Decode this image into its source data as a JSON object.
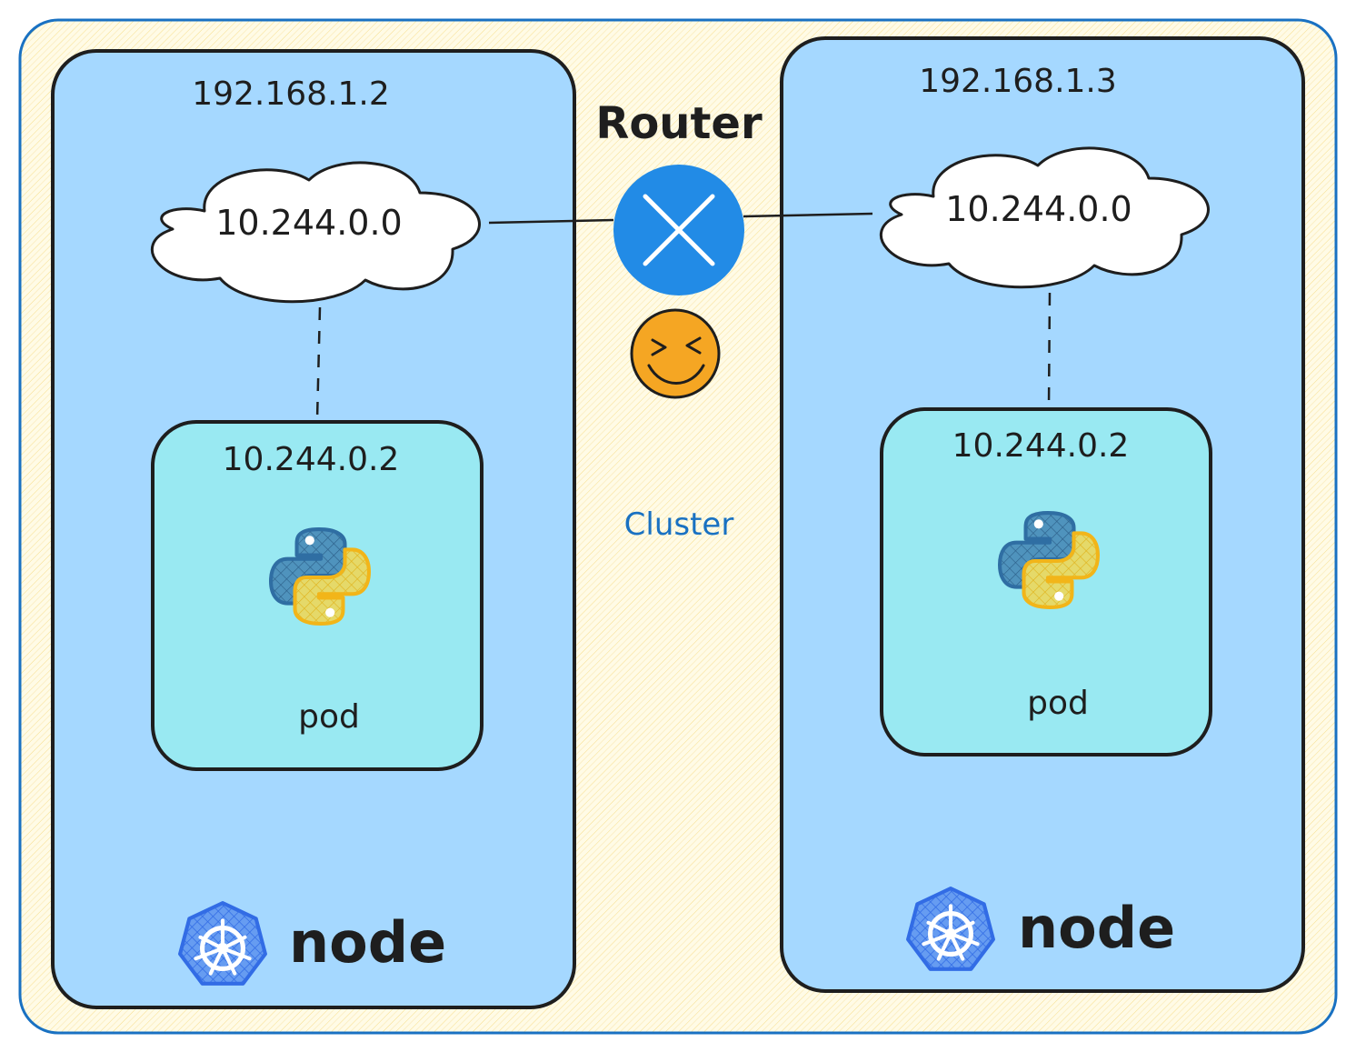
{
  "cluster": {
    "label": "Cluster",
    "router_label": "Router"
  },
  "nodes": [
    {
      "ip": "192.168.1.2",
      "network": "10.244.0.0",
      "pod_ip": "10.244.0.2",
      "pod_label": "pod",
      "node_label": "node"
    },
    {
      "ip": "192.168.1.3",
      "network": "10.244.0.0",
      "pod_ip": "10.244.0.2",
      "pod_label": "pod",
      "node_label": "node"
    }
  ],
  "icons": {
    "router": "router-x-icon",
    "emoji": "grinning-squint-face-icon",
    "pod_app": "python-logo-icon",
    "node_badge": "kubernetes-wheel-icon"
  },
  "colors": {
    "cluster_fill": "#fff3bf",
    "cluster_stroke": "#1971c2",
    "node_fill": "#a5d8ff",
    "pod_fill": "#99e9f2",
    "cloud_fill": "#ffffff",
    "router_fill": "#228be6",
    "emoji_fill": "#f5a623",
    "python_blue": "#3776ab",
    "python_yellow": "#ffd43b",
    "kube_blue": "#326ce5"
  }
}
